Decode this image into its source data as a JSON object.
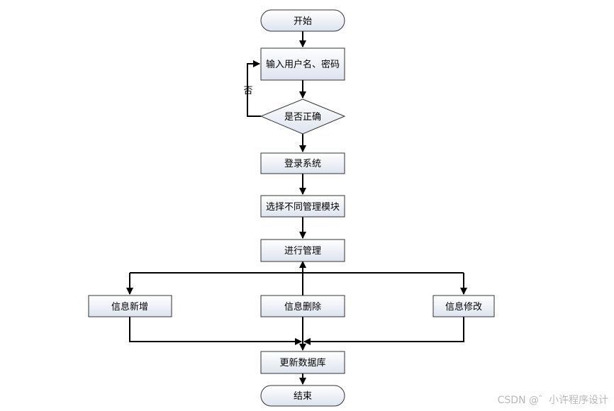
{
  "nodes": {
    "start": "开始",
    "input": "输入用户名、密码",
    "check": "是否正确",
    "login": "登录系统",
    "select": "选择不同管理模块",
    "manage": "进行管理",
    "add": "信息新增",
    "delete": "信息删除",
    "modify": "信息修改",
    "update": "更新数据库",
    "end": "结束"
  },
  "edges": {
    "no_label": "否"
  },
  "watermark": "CSDN @゛小许程序设计"
}
